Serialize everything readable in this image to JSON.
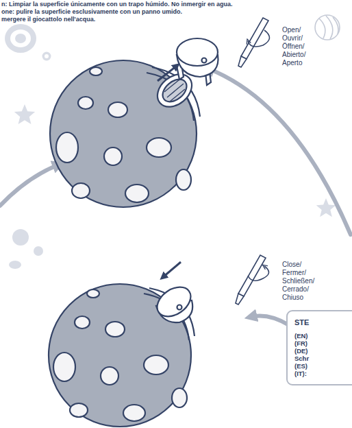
{
  "diagram": {
    "nodes": [
      {
        "text": [
          "STE",
          "(EN)",
          "(FR)",
          "(DE) Schr",
          "(ES)",
          "(IT):"
        ]
      }
    ],
    "labels": [
      "n: Limpiar la superficie únicamente con un trapo húmido. No inmergir en agua.",
      "one: pulire la superficie esclusivamente con un panno umido.",
      "mergere il giocattolo nell'acqua.",
      "Open/ Ouvrir/ Öffnen/ Abierto/ Aperto",
      "Close/ Fermer/ Schließen/ Cerrado/ Chiuso"
    ]
  }
}
